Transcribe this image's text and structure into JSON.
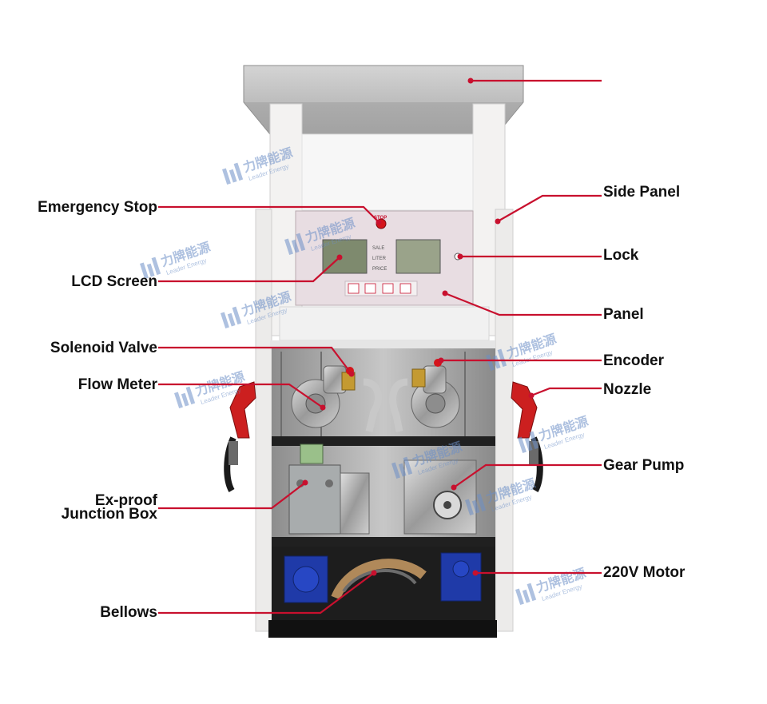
{
  "labels": {
    "emergency_stop": "Emergency Stop",
    "lcd_screen": "LCD Screen",
    "solenoid_valve": "Solenoid Valve",
    "flow_meter": "Flow Meter",
    "ex_proof_line1": "Ex-proof",
    "ex_proof_line2": "Junction Box",
    "bellows": "Bellows",
    "side_panel": "Side Panel",
    "lock": "Lock",
    "panel": "Panel",
    "encoder": "Encoder",
    "nozzle": "Nozzle",
    "gear_pump": "Gear Pump",
    "motor_220v": "220V Motor"
  },
  "panel_text": {
    "stop_badge": "STOP",
    "sale": "SALE",
    "liter": "LITER",
    "price": "PRICE"
  },
  "watermark": {
    "chinese": "力牌能源",
    "english": "Leader Energy",
    "color": "#6c8fc7"
  },
  "colors": {
    "leader_line": "#c8102e",
    "canopy": "#b9b9b9",
    "frame": "#ecebea",
    "panel": "#e8dde2",
    "nozzle": "#cc1f1f",
    "motor": "#1f3aa8"
  }
}
